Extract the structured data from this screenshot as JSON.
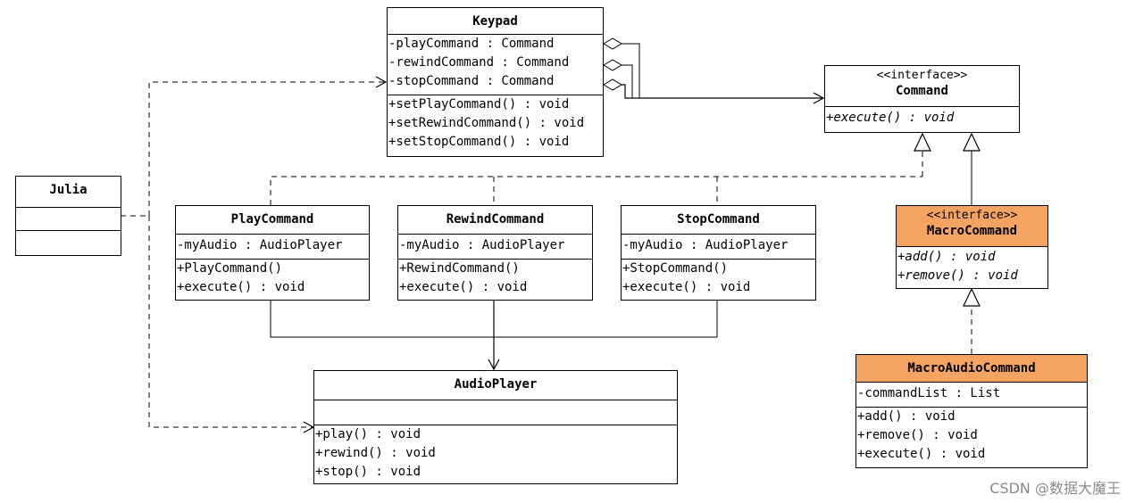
{
  "classes": {
    "keypad": {
      "name": "Keypad",
      "attributes": [
        "-playCommand : Command",
        "-rewindCommand : Command",
        "-stopCommand : Command"
      ],
      "operations": [
        "+setPlayCommand() : void",
        "+setRewindCommand() : void",
        "+setStopCommand() : void"
      ]
    },
    "command": {
      "stereotype": "<<interface>>",
      "name": "Command",
      "operations": [
        "+execute() : void"
      ]
    },
    "julia": {
      "name": "Julia"
    },
    "play_command": {
      "name": "PlayCommand",
      "attributes": [
        "-myAudio : AudioPlayer"
      ],
      "operations": [
        "+PlayCommand()",
        "+execute() : void"
      ]
    },
    "rewind_command": {
      "name": "RewindCommand",
      "attributes": [
        "-myAudio : AudioPlayer"
      ],
      "operations": [
        "+RewindCommand()",
        "+execute() : void"
      ]
    },
    "stop_command": {
      "name": "StopCommand",
      "attributes": [
        "-myAudio : AudioPlayer"
      ],
      "operations": [
        "+StopCommand()",
        "+execute() : void"
      ]
    },
    "macro_command": {
      "stereotype": "<<interface>>",
      "name": "MacroCommand",
      "operations": [
        "+add() : void",
        "+remove() : void"
      ]
    },
    "audio_player": {
      "name": "AudioPlayer",
      "operations": [
        "+play() : void",
        "+rewind() : void",
        "+stop() : void"
      ]
    },
    "macro_audio_command": {
      "name": "MacroAudioCommand",
      "attributes": [
        "-commandList : List"
      ],
      "operations": [
        "+add() : void",
        "+remove() : void",
        "+execute() : void"
      ]
    }
  },
  "watermark": "CSDN @数据大魔王",
  "colors": {
    "highlight": "#f4a460",
    "line": "#000000",
    "watermark": "#8a8a8a"
  }
}
